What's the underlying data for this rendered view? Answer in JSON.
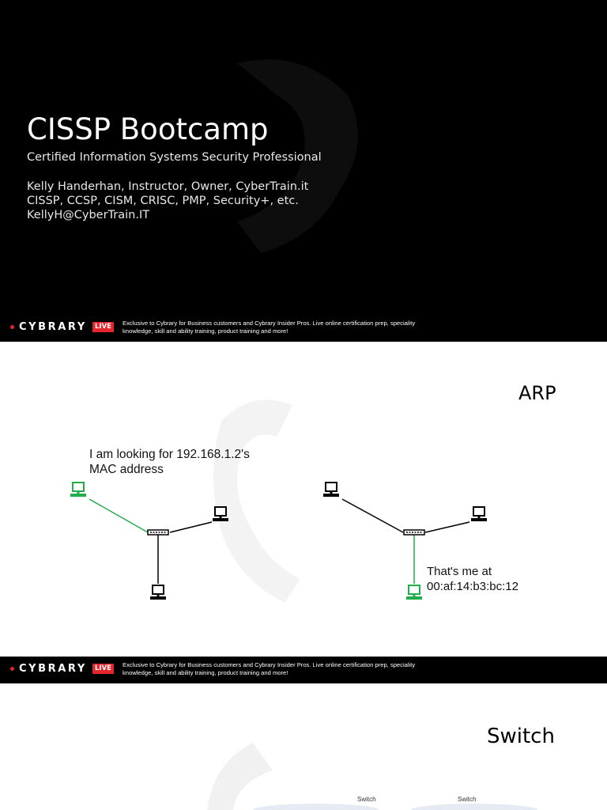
{
  "slides": {
    "title_slide": {
      "title": "CISSP Bootcamp",
      "subtitle": "Certified Information Systems Security Professional",
      "info_lines": [
        "Kelly Handerhan, Instructor, Owner, CyberTrain.it",
        "CISSP, CCSP, CISM, CRISC, PMP, Security+, etc.",
        "KellyH@CyberTrain.IT"
      ]
    },
    "arp_slide": {
      "title": "ARP",
      "request_callout": [
        "I am looking for 192.168.1.2's",
        "MAC address"
      ],
      "reply_callout": [
        "That's me at",
        "00:af:14:b3:bc:12"
      ]
    },
    "switch_slide": {
      "title": "Switch",
      "diagram_labels": [
        "Switch",
        "Switch"
      ]
    }
  },
  "footer": {
    "brand": "CYBRARY",
    "live_badge": "LIVE",
    "tagline": "Exclusive to Cybrary for Business customers and Cybrary Insider Pros. Live online certification prep, speciality knowledge, skill and ability training, product training and more!"
  },
  "colors": {
    "brand_red": "#e4262c",
    "highlight_green": "#1fae4b",
    "slide_dark": "#000000"
  },
  "icons": {
    "computer": "computer-icon",
    "hub": "hub-icon"
  }
}
